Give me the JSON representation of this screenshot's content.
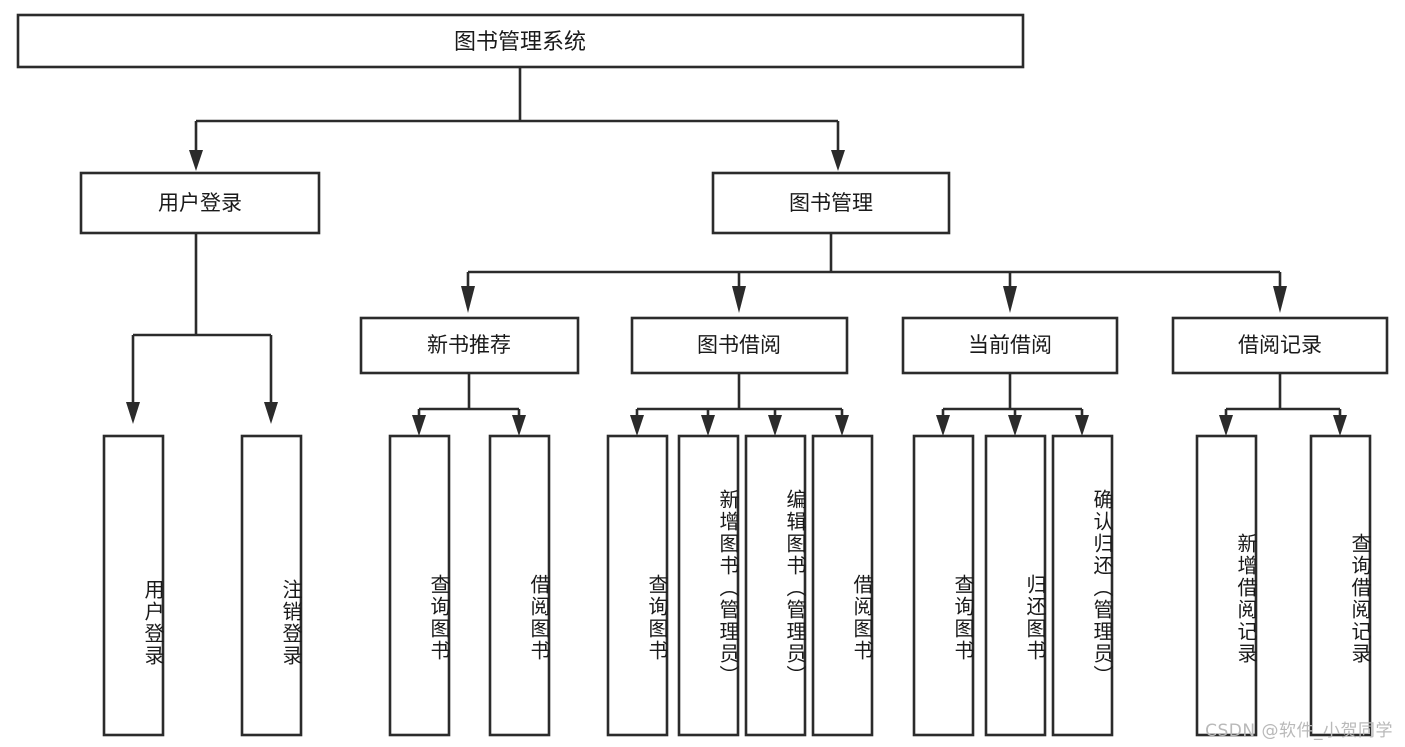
{
  "diagram": {
    "title": "图书管理系统",
    "type": "tree-hierarchy-diagram",
    "colors": {
      "stroke": "#2b2b2b",
      "fill": "#ffffff",
      "text": "#1a1a1a",
      "background": "#ffffff",
      "watermark": "#b9b9b9"
    },
    "root": {
      "label": "图书管理系统"
    },
    "level2": [
      {
        "label": "用户登录"
      },
      {
        "label": "图书管理"
      }
    ],
    "level3": [
      {
        "label": "新书推荐"
      },
      {
        "label": "图书借阅"
      },
      {
        "label": "当前借阅"
      },
      {
        "label": "借阅记录"
      }
    ],
    "leaves_user_login": [
      {
        "label": "用户登录"
      },
      {
        "label": "注销登录"
      }
    ],
    "leaves_new_book": [
      {
        "label": "查询图书"
      },
      {
        "label": "借阅图书"
      }
    ],
    "leaves_borrow": [
      {
        "label": "查询图书"
      },
      {
        "label": "新增图书（管理员）"
      },
      {
        "label": "编辑图书（管理员）"
      },
      {
        "label": "借阅图书"
      }
    ],
    "leaves_current": [
      {
        "label": "查询图书"
      },
      {
        "label": "归还图书"
      },
      {
        "label": "确认归还（管理员）"
      }
    ],
    "leaves_records": [
      {
        "label": "新增借阅记录"
      },
      {
        "label": "查询借阅记录"
      }
    ]
  },
  "watermark": {
    "text": "CSDN @软件_小贺同学"
  }
}
